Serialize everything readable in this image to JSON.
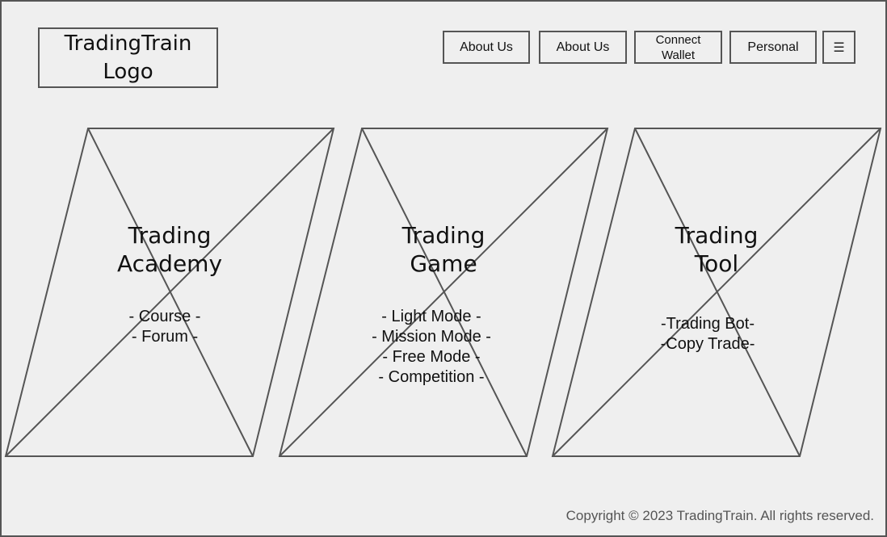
{
  "header": {
    "logo_line1": "TradingTrain",
    "logo_line2": "Logo",
    "nav": {
      "about_us_1": "About Us",
      "about_us_2": "About Us",
      "connect_wallet_line1": "Connect",
      "connect_wallet_line2": "Wallet",
      "personal": "Personal",
      "menu_icon": "hamburger-menu-icon",
      "menu_glyph": "☰"
    }
  },
  "cards": [
    {
      "title_line1": "Trading",
      "title_line2": "Academy",
      "items": [
        "- Course -",
        "- Forum -"
      ]
    },
    {
      "title_line1": "Trading",
      "title_line2": "Game",
      "items": [
        "- Light Mode -",
        "- Mission Mode -",
        "- Free Mode -",
        "- Competition -"
      ]
    },
    {
      "title_line1": "Trading",
      "title_line2": "Tool",
      "items": [
        "-Trading Bot-",
        "-Copy Trade-"
      ]
    }
  ],
  "footer": {
    "copyright": "Copyright © 2023 TradingTrain. All rights reserved."
  },
  "colors": {
    "background": "#efefef",
    "stroke": "#555555",
    "text": "#111111"
  }
}
